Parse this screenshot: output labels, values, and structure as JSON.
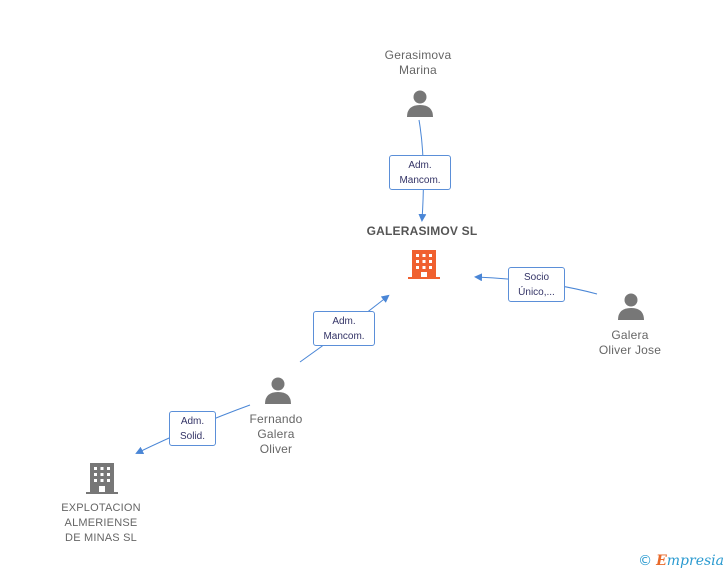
{
  "nodes": {
    "gerasimova": {
      "line1": "Gerasimova",
      "line2": "Marina"
    },
    "company": {
      "name": "GALERASIMOV SL"
    },
    "galera_oliver_jose": {
      "line1": "Galera",
      "line2": "Oliver Jose"
    },
    "fernando": {
      "line1": "Fernando",
      "line2": "Galera",
      "line3": "Oliver"
    },
    "explotacion": {
      "line1": "EXPLOTACION",
      "line2": "ALMERIENSE",
      "line3": "DE MINAS SL"
    }
  },
  "edges": {
    "gerasimova_company": {
      "line1": "Adm.",
      "line2": "Mancom."
    },
    "galera_company": {
      "line1": "Socio",
      "line2": "Único,..."
    },
    "fernando_company": {
      "line1": "Adm.",
      "line2": "Mancom."
    },
    "fernando_explotacion": {
      "line1": "Adm.",
      "line2": "Solid."
    }
  },
  "colors": {
    "edge": "#4a86d6",
    "person": "#777777",
    "company_highlight": "#f0602f",
    "company": "#777777"
  },
  "brand": {
    "copyright": "©",
    "name_initial": "E",
    "name_rest": "mpresia"
  }
}
